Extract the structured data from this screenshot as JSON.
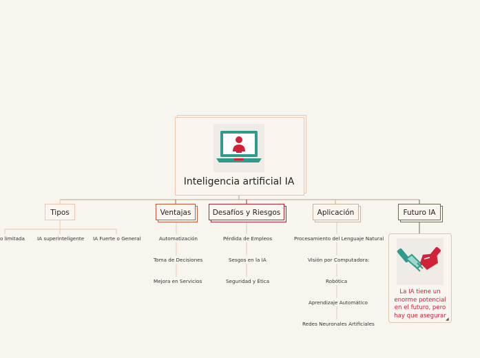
{
  "root": {
    "title": "Inteligencia artificial IA",
    "image_icon": "presenter-laptop-icon"
  },
  "branches": [
    {
      "label": "Tipos",
      "color": "#ecc7ad",
      "leaves": [
        "o limitada",
        "IA superinteligente",
        "IA Fuerte o General"
      ]
    },
    {
      "label": "Ventajas",
      "color": "#c8583a",
      "leaves": [
        "Automatización",
        "Toma de Decisiones",
        "Mejora en Servicios"
      ]
    },
    {
      "label": "Desafíos y Riesgos",
      "color": "#b52233",
      "leaves": [
        "Pérdida de Empleos",
        "Sesgos en la IA",
        "Seguridad y Ética"
      ]
    },
    {
      "label": "Aplicación",
      "color": "#c5b59c",
      "leaves": [
        "Procesamiento del Lenguaje Natural",
        "Visión por Computadora:",
        "Robótica",
        "Aprendizaje Automático",
        "Redes Neuronales Artificiales"
      ]
    },
    {
      "label": "Futuro IA",
      "color": "#666d55",
      "note": "La IA tiene un enorme potencial en el futuro, pero hay que asegurar",
      "image_icon": "robot-handshake-icon"
    }
  ],
  "colors": {
    "background": "#f8f4ee",
    "accent_text": "#cc1f3a",
    "teal": "#2f9b8c",
    "red": "#d0233a"
  }
}
